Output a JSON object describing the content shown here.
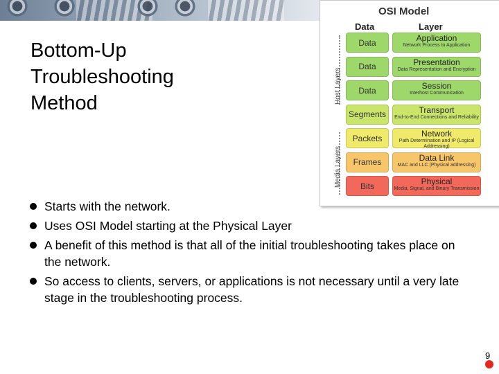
{
  "slide": {
    "title_lines": [
      "Bottom-Up",
      "Troubleshooting",
      "Method"
    ],
    "bullets": [
      "Starts with the network.",
      "Uses OSI Model starting at the Physical Layer",
      "A benefit of this method is that all of the initial troubleshooting takes place on the network.",
      "So access to clients, servers, or applications is not necessary until a very late stage in the troubleshooting process."
    ],
    "page_number": "9"
  },
  "osi": {
    "title": "OSI Model",
    "col_data": "Data",
    "col_layer": "Layer",
    "host_label": "Host Layers",
    "media_label": "Media Layers",
    "rows": [
      {
        "unit": "Data",
        "name": "Application",
        "desc": "Network Process to Application",
        "unit_color": "#9fd86a",
        "layer_color": "#9fd86a"
      },
      {
        "unit": "Data",
        "name": "Presentation",
        "desc": "Data Representation and Encryption",
        "unit_color": "#9fd86a",
        "layer_color": "#9fd86a"
      },
      {
        "unit": "Data",
        "name": "Session",
        "desc": "Interhost Communication",
        "unit_color": "#9fd86a",
        "layer_color": "#9fd86a"
      },
      {
        "unit": "Segments",
        "name": "Transport",
        "desc": "End-to-End Connections and Reliability",
        "unit_color": "#c9e66b",
        "layer_color": "#c9e66b"
      },
      {
        "unit": "Packets",
        "name": "Network",
        "desc": "Path Determination and IP (Logical Addressing)",
        "unit_color": "#f0ea6a",
        "layer_color": "#f0ea6a"
      },
      {
        "unit": "Frames",
        "name": "Data Link",
        "desc": "MAC and LLC (Physical addressing)",
        "unit_color": "#f7c66a",
        "layer_color": "#f7c66a"
      },
      {
        "unit": "Bits",
        "name": "Physical",
        "desc": "Media, Signal, and Binary Transmission",
        "unit_color": "#f2685a",
        "layer_color": "#f2685a"
      }
    ]
  }
}
